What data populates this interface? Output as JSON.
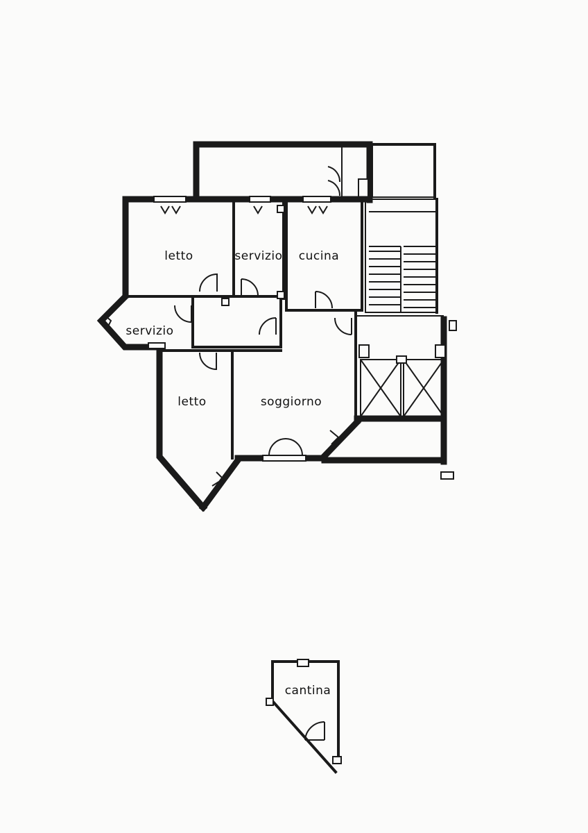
{
  "plan": {
    "rooms": {
      "bedroom_top": "letto",
      "bathroom_top": "servizio",
      "kitchen": "cucina",
      "bathroom_left": "servizio",
      "bedroom_bottom": "letto",
      "living_room": "soggiorno"
    },
    "cellar": "cantina"
  }
}
